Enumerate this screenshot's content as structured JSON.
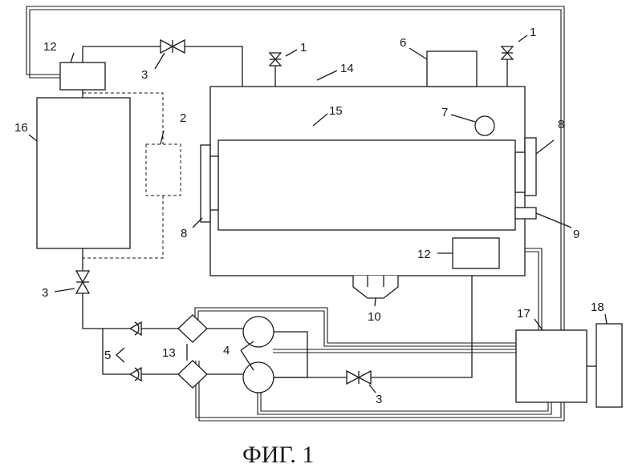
{
  "caption": "ФИГ. 1",
  "labels": {
    "l1a": "1",
    "l1b": "1",
    "l2": "2",
    "l3a": "3",
    "l3b": "3",
    "l3c": "3",
    "l4": "4",
    "l5": "5",
    "l6": "6",
    "l7": "7",
    "l8a": "8",
    "l8b": "8",
    "l9": "9",
    "l10": "10",
    "l12a": "12",
    "l12b": "12",
    "l13": "13",
    "l14": "14",
    "l15": "15",
    "l16": "16",
    "l17": "17",
    "l18": "18"
  }
}
